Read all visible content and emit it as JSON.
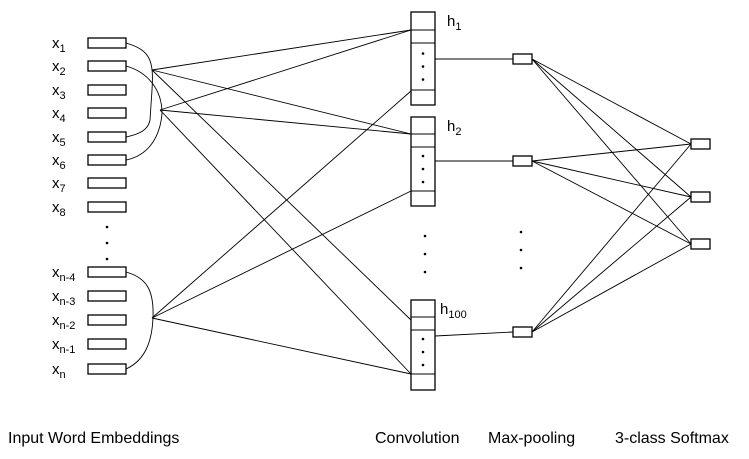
{
  "inputs": [
    {
      "base": "x",
      "sub": "1"
    },
    {
      "base": "x",
      "sub": "2"
    },
    {
      "base": "x",
      "sub": "3"
    },
    {
      "base": "x",
      "sub": "4"
    },
    {
      "base": "x",
      "sub": "5"
    },
    {
      "base": "x",
      "sub": "6"
    },
    {
      "base": "x",
      "sub": "7"
    },
    {
      "base": "x",
      "sub": "8"
    },
    {
      "base": "x",
      "sub": "n-4"
    },
    {
      "base": "x",
      "sub": "n-3"
    },
    {
      "base": "x",
      "sub": "n-2"
    },
    {
      "base": "x",
      "sub": "n-1"
    },
    {
      "base": "x",
      "sub": "n"
    }
  ],
  "filters": [
    {
      "base": "h",
      "sub": "1"
    },
    {
      "base": "h",
      "sub": "2"
    },
    {
      "base": "h",
      "sub": "100"
    }
  ],
  "captions": {
    "input": "Input Word Embeddings",
    "convolution": "Convolution",
    "pooling": "Max-pooling",
    "softmax": "3-class Softmax"
  }
}
